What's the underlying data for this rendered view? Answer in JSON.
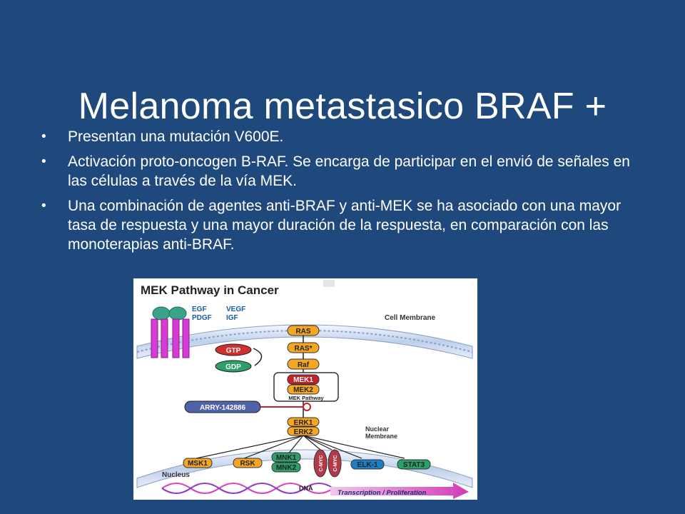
{
  "slide": {
    "title": "Melanoma metastasico BRAF +",
    "bullets": [
      "Presentan una mutación V600E.",
      "Activación proto-oncogen B-RAF. Se encarga de participar en el envió de señales en las células a través de la vía MEK.",
      "Una combinación de agentes anti-BRAF y anti-MEK se ha asociado con una mayor tasa de respuesta y una mayor duración de la respuesta, en comparación con las monoterapias  anti-BRAF."
    ],
    "bullet_glyph": "•"
  },
  "figure": {
    "title": "MEK Pathway in Cancer",
    "ligands": [
      "EGF",
      "VEGF",
      "PDGF",
      "IGF"
    ],
    "cell_membrane": "Cell Membrane",
    "gtp": "GTP",
    "gdp": "GDP",
    "ras": "RAS",
    "ras_star": "RAS*",
    "raf": "Raf",
    "mek1": "MEK1",
    "mek2": "MEK2",
    "mek_pathway": "MEK Pathway",
    "inhibitor": "ARRY-142886",
    "erk1": "ERK1",
    "erk2": "ERK2",
    "nuclear_membrane_1": "Nuclear",
    "nuclear_membrane_2": "Membrane",
    "msk1": "MSK1",
    "rsk": "RSK",
    "mnk1": "MNK1",
    "mnk2": "MNK2",
    "cmyc1": "C-MYC",
    "cmyc2": "C-MYC",
    "elk1": "ELK-1",
    "stat3": "STAT3",
    "nucleus": "Nucleus",
    "dna": "DNA",
    "transcription": "Transcription / Proliferation"
  },
  "colors": {
    "background": "#1f497d",
    "text": "#ffffff",
    "ras_orange": "#f5a623",
    "mek_red": "#c0232b",
    "gtp_red": "#d32f2f",
    "gdp_green": "#2e9e6a",
    "receptor_magenta": "#d63bd6",
    "inhibitor_blue": "#4f63a8",
    "dna_pink": "#e040c0"
  }
}
